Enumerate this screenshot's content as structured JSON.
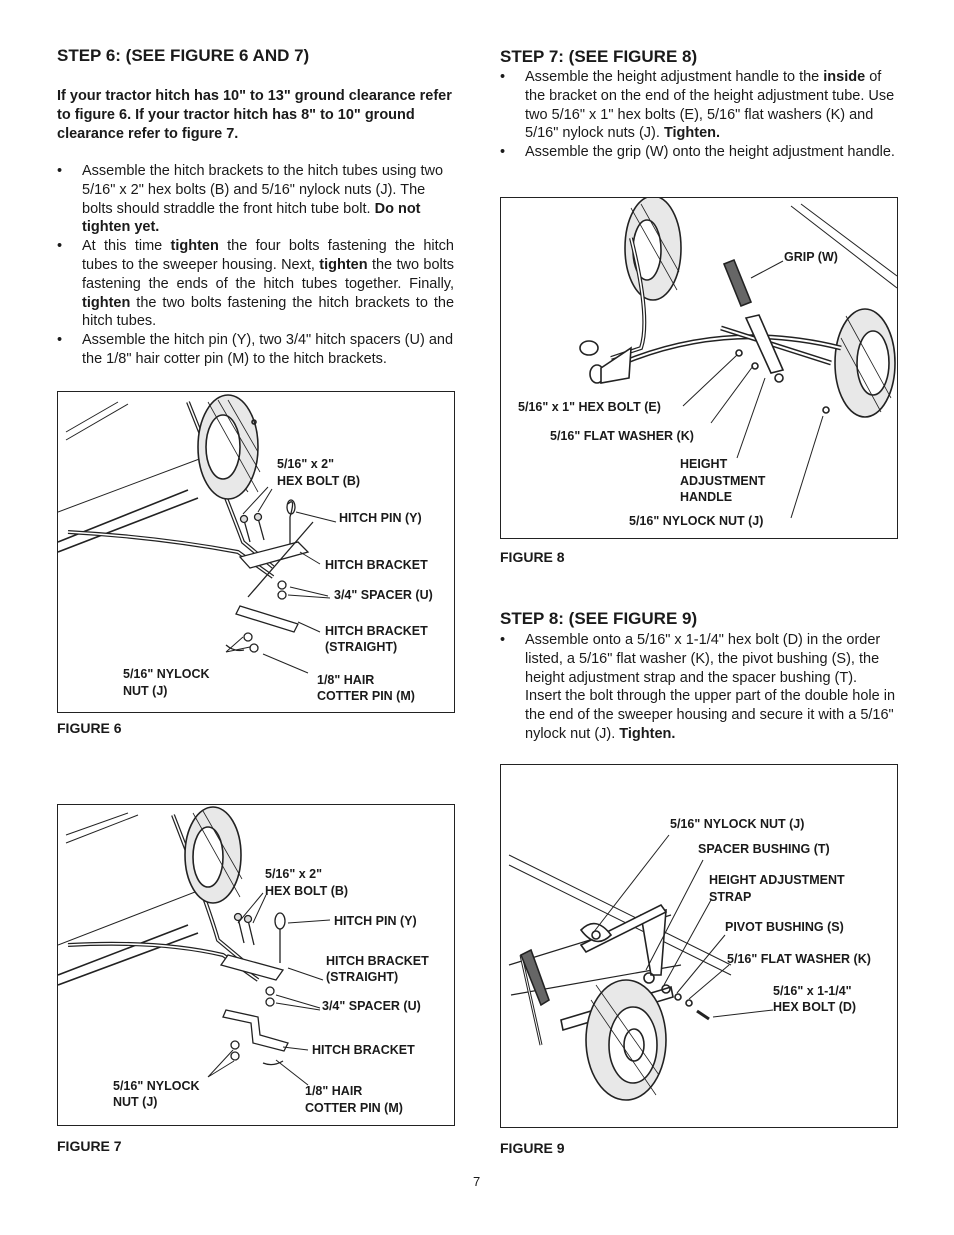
{
  "step6": {
    "heading": "STEP 6: (SEE FIGURE 6 AND 7)",
    "intro": "If your tractor hitch has 10\" to 13\" ground clearance refer to figure 6. If your tractor hitch has 8\" to 10\" ground clearance refer to figure 7.",
    "b1_text": "Assemble the hitch brackets to the hitch tubes using two 5/16\" x 2\" hex bolts (B) and 5/16\"  nylock nuts (J). The bolts should straddle the front hitch tube bolt.",
    "b1_bold": "Do not tighten yet.",
    "b2_p1": "At this time",
    "b2_bold1": "tighten",
    "b2_p2": "the four bolts fastening the hitch tubes to the sweeper housing. Next,",
    "b2_bold2": "tighten",
    "b2_p3": "the two bolts fastening the ends of the hitch tubes together. Finally,",
    "b2_bold3": "tighten",
    "b2_p4": "the two bolts fastening the hitch brackets to the hitch tubes.",
    "b3_text": "Assemble the hitch pin (Y), two 3/4\" hitch spacers (U) and the 1/8\" hair cotter pin (M) to the hitch brackets."
  },
  "step7": {
    "heading": "STEP 7: (SEE FIGURE 8)",
    "b1_p1": "Assemble the height adjustment handle to the",
    "b1_bold1": "inside",
    "b1_p2": "of the bracket on the end of the height adjustment tube. Use two 5/16\" x 1\" hex bolts (E), 5/16\" flat washers (K) and 5/16\" nylock nuts (J).",
    "b1_bold2": "Tighten.",
    "b2_text": "Assemble the grip (W) onto the height adjustment handle."
  },
  "step8": {
    "heading": "STEP 8: (SEE FIGURE 9)",
    "b1_text": "Assemble onto a 5/16\" x 1-1/4\" hex bolt (D) in the order listed, a 5/16\" flat washer (K), the pivot bushing (S), the height adjustment strap and the spacer bushing (T). Insert the bolt through the upper part of the double hole in the end of the sweeper housing and secure it with a 5/16\" nylock nut (J).",
    "b1_bold": "Tighten."
  },
  "figure6": {
    "caption": "FIGURE 6",
    "labels": {
      "hex_bolt_l1": "5/16\" x 2\"",
      "hex_bolt_l2": "HEX BOLT (B)",
      "hitch_pin": "HITCH PIN (Y)",
      "hitch_bracket": "HITCH BRACKET",
      "spacer": "3/4\" SPACER (U)",
      "bracket_straight_l1": "HITCH BRACKET",
      "bracket_straight_l2": "(STRAIGHT)",
      "nylock_l1": "5/16\"  NYLOCK",
      "nylock_l2": "NUT (J)",
      "cotter_l1": "1/8\" HAIR",
      "cotter_l2": "COTTER PIN (M)"
    }
  },
  "figure7": {
    "caption": "FIGURE 7",
    "labels": {
      "hex_bolt_l1": "5/16\" x 2\"",
      "hex_bolt_l2": "HEX BOLT (B)",
      "hitch_pin": "HITCH PIN (Y)",
      "bracket_straight_l1": "HITCH BRACKET",
      "bracket_straight_l2": "(STRAIGHT)",
      "spacer": "3/4\" SPACER (U)",
      "hitch_bracket": "HITCH BRACKET",
      "nylock_l1": "5/16\" NYLOCK",
      "nylock_l2": "NUT (J)",
      "cotter_l1": "1/8\" HAIR",
      "cotter_l2": "COTTER PIN (M)"
    }
  },
  "figure8": {
    "caption": "FIGURE 8",
    "labels": {
      "grip": "GRIP (W)",
      "hex_bolt": "5/16\" x 1\" HEX BOLT (E)",
      "flat_washer": "5/16\" FLAT WASHER (K)",
      "handle_l1": "HEIGHT",
      "handle_l2": "ADJUSTMENT",
      "handle_l3": "HANDLE",
      "nylock": "5/16\" NYLOCK NUT (J)"
    }
  },
  "figure9": {
    "caption": "FIGURE 9",
    "labels": {
      "nylock": "5/16\" NYLOCK NUT (J)",
      "spacer_bushing": "SPACER BUSHING (T)",
      "strap_l1": "HEIGHT ADJUSTMENT",
      "strap_l2": "STRAP",
      "pivot": "PIVOT BUSHING (S)",
      "washer": "5/16\" FLAT WASHER (K)",
      "bolt_l1": "5/16\" x 1-1/4\"",
      "bolt_l2": "HEX BOLT (D)"
    }
  },
  "page_number": "7"
}
